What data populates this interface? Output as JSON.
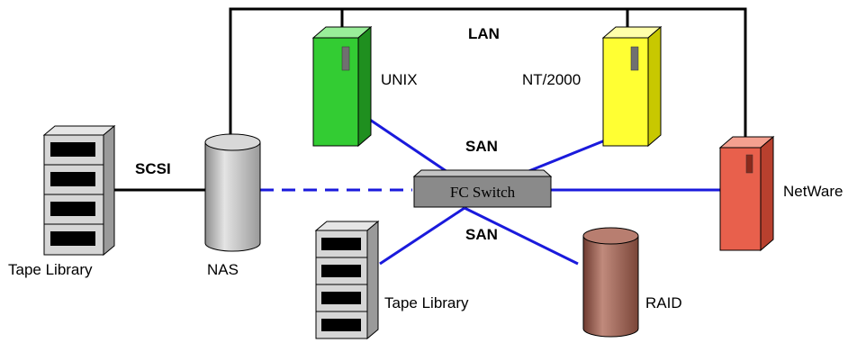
{
  "labels": {
    "lan": "LAN",
    "san_top": "SAN",
    "san_bottom": "SAN",
    "scsi": "SCSI",
    "fc_switch": "FC Switch",
    "unix": "UNIX",
    "nt2000": "NT/2000",
    "netware": "NetWare",
    "nas": "NAS",
    "raid": "RAID",
    "tape_library_left": "Tape Library",
    "tape_library_bottom": "Tape Library"
  },
  "colors": {
    "lan_line": "#000000",
    "san_line": "#1a1adc",
    "unix_server": "#33cc33",
    "nt_server": "#ffff33",
    "netware_server": "#e8604c",
    "nas": "#c0c0c0",
    "raid": "#a0665a",
    "switch": "#8a8a8a"
  }
}
